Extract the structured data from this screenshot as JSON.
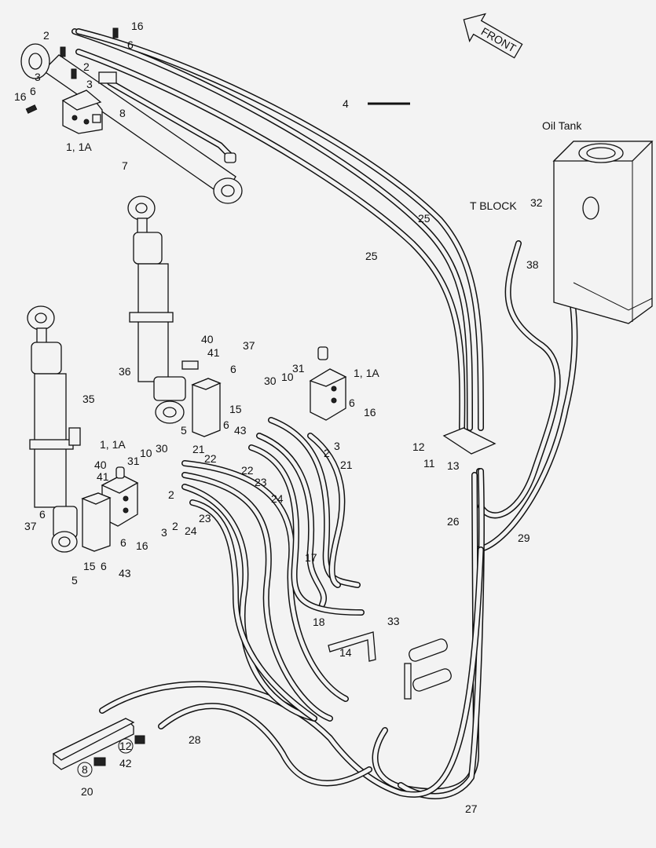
{
  "title_labels": {
    "front": "FRONT",
    "oil_tank": "Oil Tank",
    "t_block": "T  BLOCK"
  },
  "callouts": [
    "16",
    "6",
    "2",
    "2",
    "3",
    "3",
    "16",
    "6",
    "8",
    "1, 1A",
    "7",
    "4",
    "25",
    "25",
    "32",
    "38",
    "40",
    "41",
    "37",
    "6",
    "36",
    "30",
    "10",
    "31",
    "1, 1A",
    "35",
    "15",
    "6",
    "16",
    "5",
    "6",
    "43",
    "2",
    "3",
    "21",
    "22",
    "22",
    "23",
    "21",
    "24",
    "1, 1A",
    "10",
    "30",
    "31",
    "40",
    "41",
    "2",
    "23",
    "24",
    "3",
    "2",
    "6",
    "37",
    "6",
    "16",
    "15",
    "6",
    "43",
    "5",
    "12",
    "11",
    "13",
    "26",
    "29",
    "17",
    "18",
    "33",
    "14",
    "28",
    "12",
    "42",
    "8",
    "20",
    "27"
  ]
}
